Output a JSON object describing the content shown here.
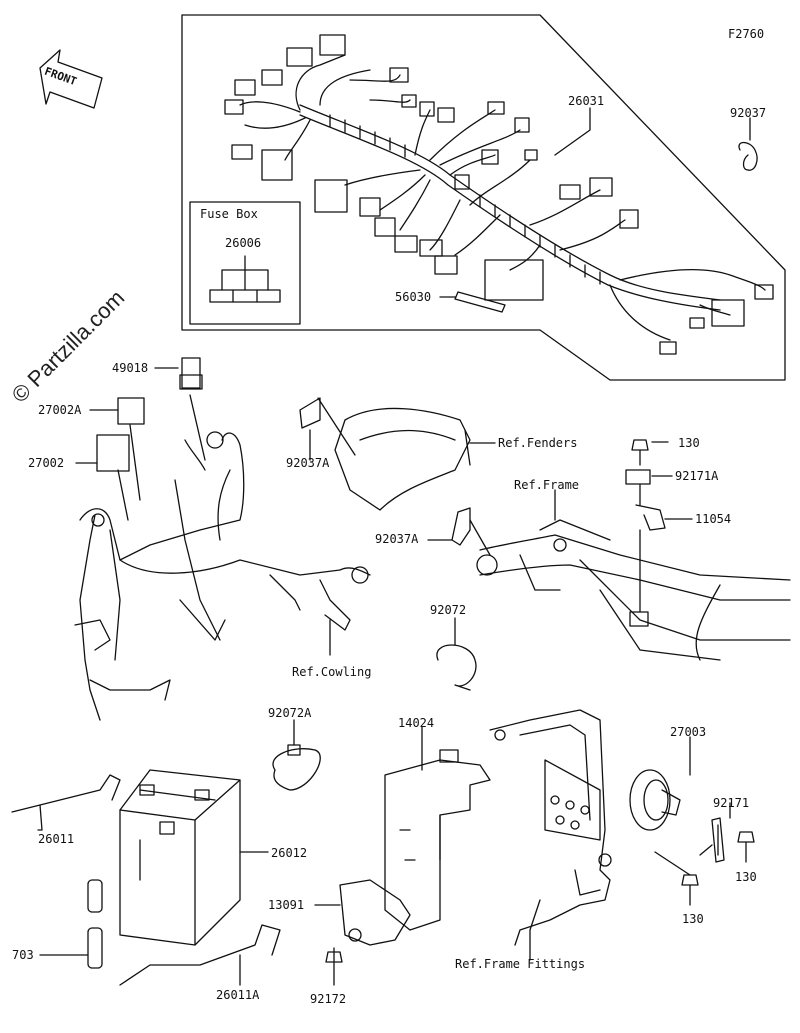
{
  "diagram": {
    "code": "F2760",
    "watermark": "© Partzilla.com",
    "front_label": "FRONT",
    "fuse_box_title": "Fuse Box",
    "labels": {
      "p26031": "26031",
      "p92037": "92037",
      "p26006": "26006",
      "p56030": "56030",
      "p49018": "49018",
      "p27002A": "27002A",
      "p27002": "27002",
      "p92037A_1": "92037A",
      "ref_fenders": "Ref.Fenders",
      "p130_1": "130",
      "p92171A": "92171A",
      "ref_frame": "Ref.Frame",
      "p11054": "11054",
      "p92037A_2": "92037A",
      "p92072": "92072",
      "ref_cowling": "Ref.Cowling",
      "p92072A": "92072A",
      "p14024": "14024",
      "p27003": "27003",
      "p92171": "92171",
      "p26011": "26011",
      "p26012": "26012",
      "p130_2": "130",
      "p130_3": "130",
      "p13091": "13091",
      "p703": "703",
      "ref_frame_fittings": "Ref.Frame Fittings",
      "p92172": "92172",
      "p26011A": "26011A"
    }
  }
}
